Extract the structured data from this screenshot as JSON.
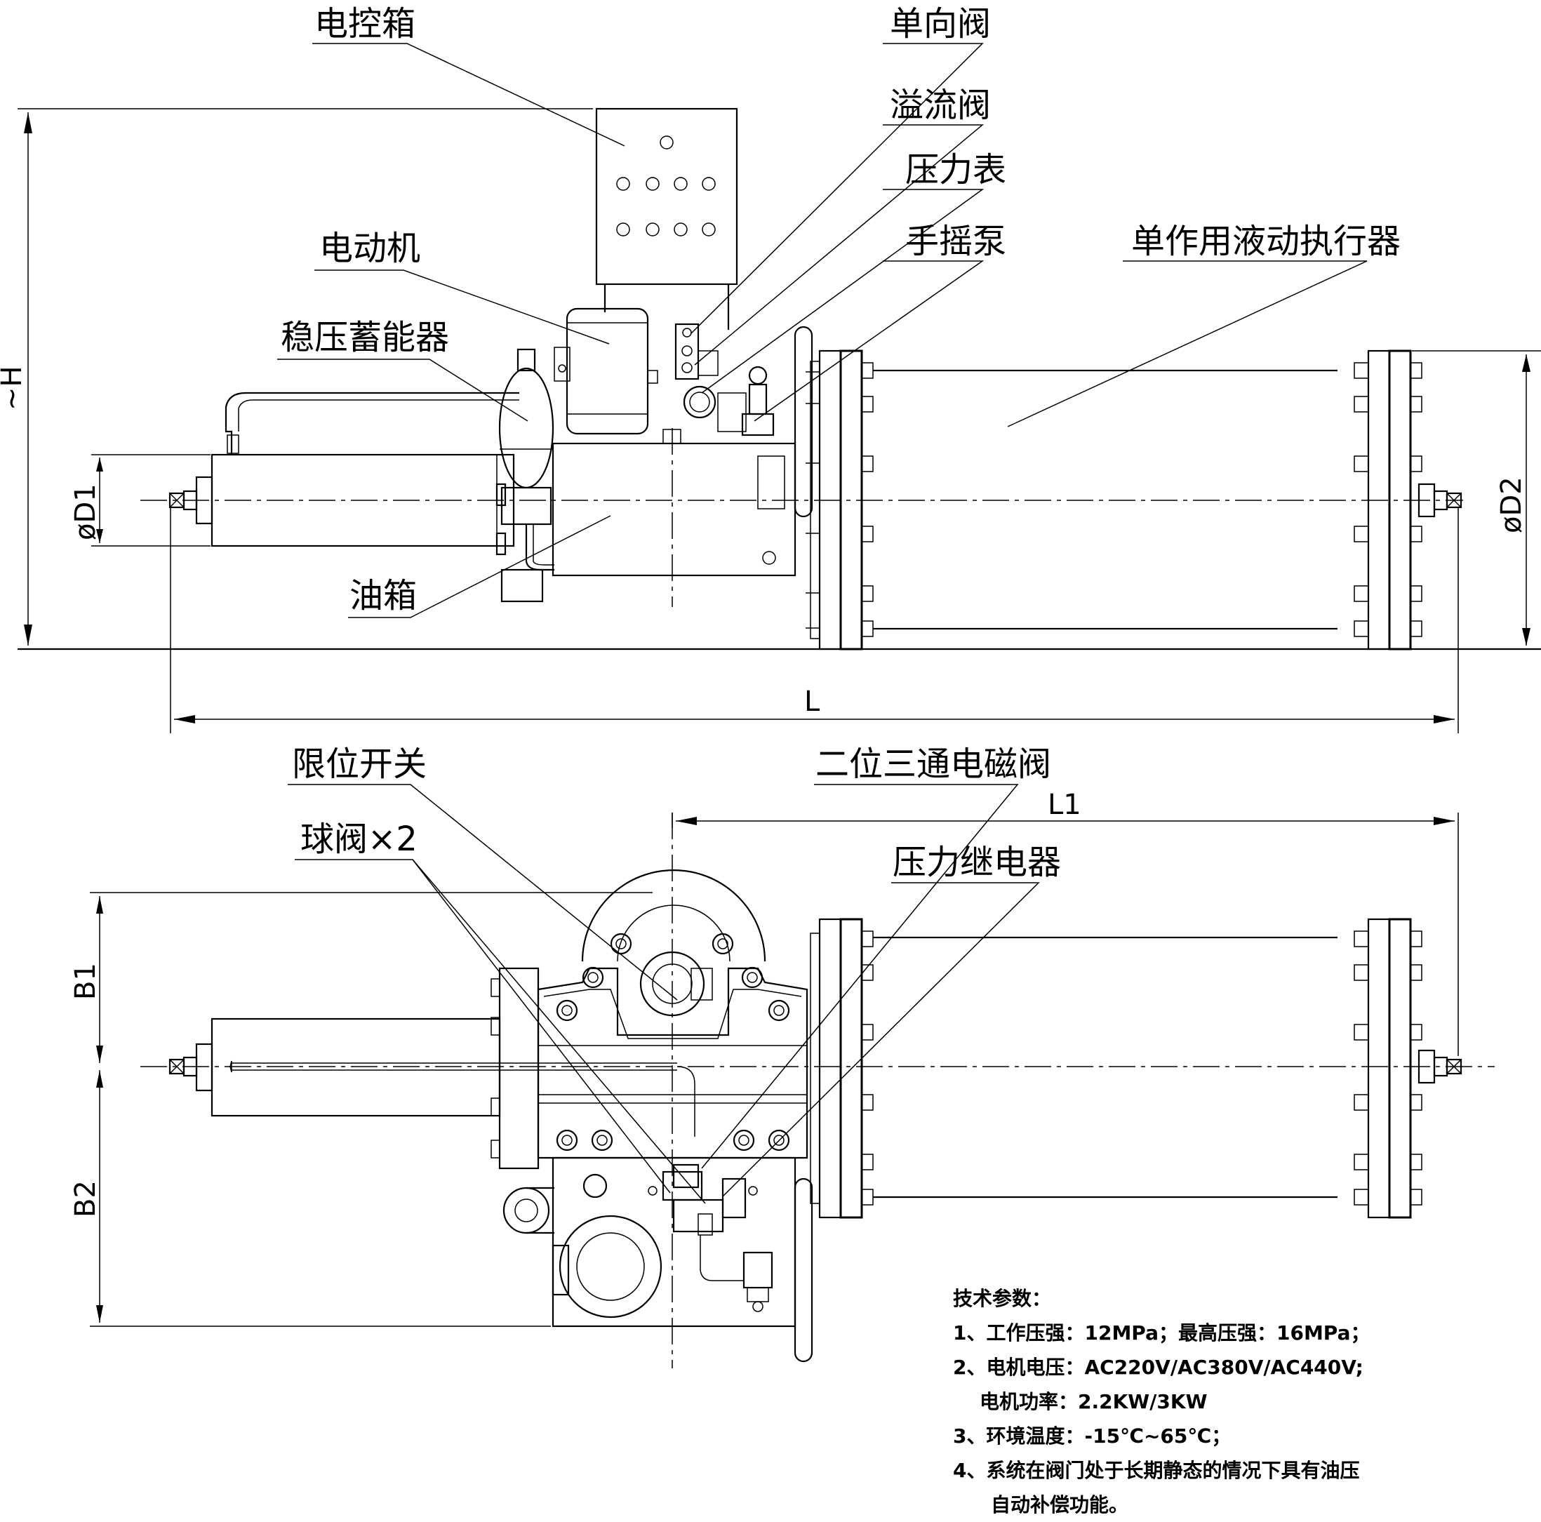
{
  "labels": {
    "control_box": "电控箱",
    "check_valve": "单向阀",
    "relief_valve": "溢流阀",
    "pressure_gauge": "压力表",
    "hand_pump": "手摇泵",
    "motor": "电动机",
    "accumulator": "稳压蓄能器",
    "actuator": "单作用液动执行器",
    "oil_tank": "油箱",
    "limit_switch": "限位开关",
    "solenoid_valve": "二位三通电磁阀",
    "ball_valve": "球阀×2",
    "pressure_relay": "压力继电器"
  },
  "dimensions": {
    "H": "~H",
    "D1": "øD1",
    "D2": "øD2",
    "L": "L",
    "L1": "L1",
    "B1": "B1",
    "B2": "B2"
  },
  "specs": {
    "title": "技术参数：",
    "line1": "1、工作压强：12MPa；最高压强：16MPa；",
    "line2": "2、电机电压：AC220V/AC380V/AC440V;",
    "line2b": "电机功率：2.2KW/3KW",
    "line3": "3、环境温度：-15℃~65℃；",
    "line4": "4、系统在阀门处于长期静态的情况下具有油压",
    "line4b": "自动补偿功能。"
  }
}
